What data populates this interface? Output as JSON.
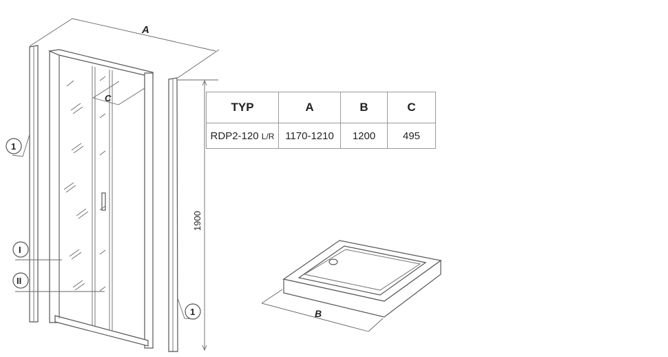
{
  "dimensions": {
    "a_label": "A",
    "b_label": "B",
    "c_label": "C",
    "height": "1900"
  },
  "callouts": {
    "profile_left": "1",
    "profile_right": "1",
    "panel_i": "I",
    "panel_ii": "II"
  },
  "table": {
    "headers": [
      "TYP",
      "A",
      "B",
      "C"
    ],
    "rows": [
      {
        "typ": "RDP2-120",
        "typ_suffix": "L/R",
        "a": "1170-1210",
        "b": "1200",
        "c": "495"
      }
    ]
  }
}
